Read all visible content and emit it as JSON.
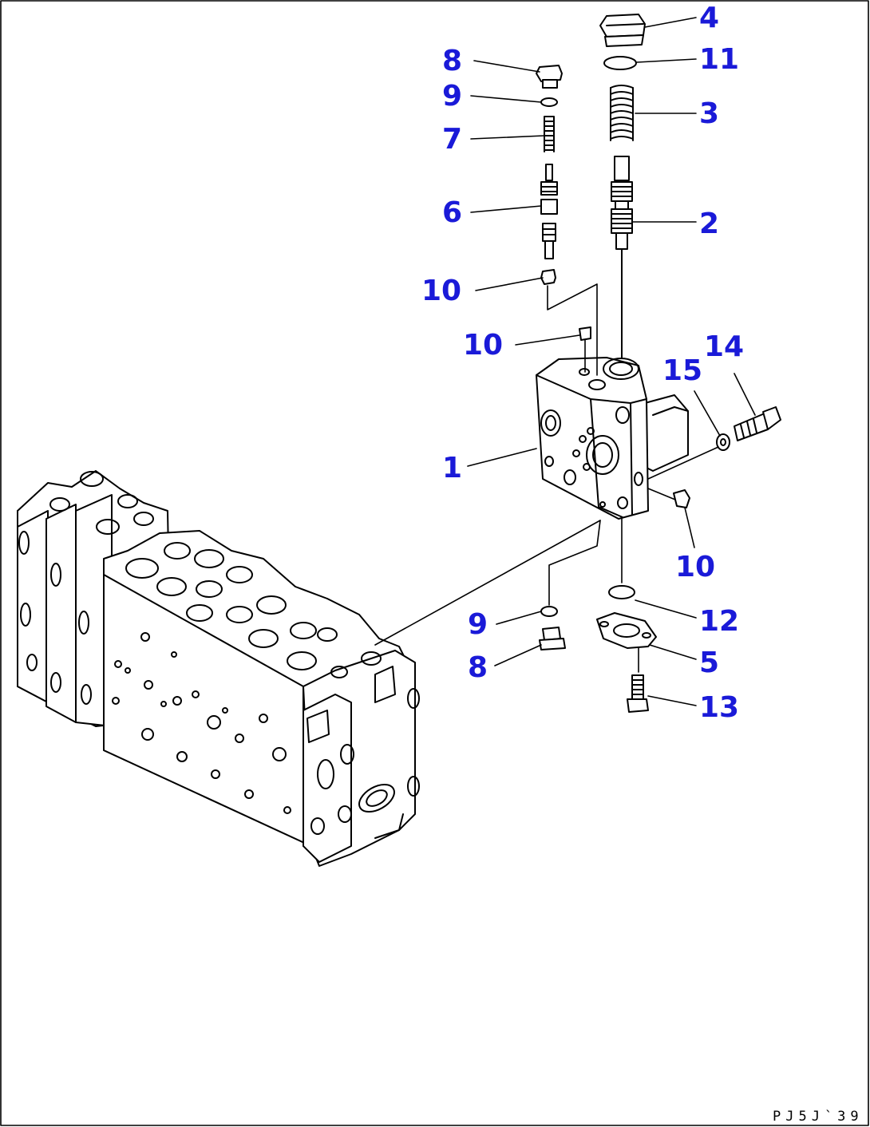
{
  "callouts": {
    "c4": "4",
    "c11": "11",
    "c8_top": "8",
    "c9_top": "9",
    "c7": "7",
    "c3": "3",
    "c6": "6",
    "c2": "2",
    "c10_a": "10",
    "c10_b": "10",
    "c14": "14",
    "c15": "15",
    "c1": "1",
    "c10_c": "10",
    "c9_bottom": "9",
    "c12": "12",
    "c8_bottom": "8",
    "c5": "5",
    "c13": "13"
  },
  "drawing_code": "PJ5J`39"
}
